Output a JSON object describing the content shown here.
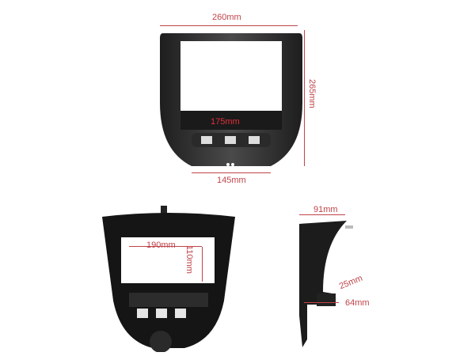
{
  "views": {
    "front": {
      "width_label": "260mm",
      "height_label": "265mm",
      "slot_label": "175mm",
      "bottom_label": "145mm"
    },
    "angled": {
      "screen_width_label": "190mm",
      "screen_height_label": "110mm"
    },
    "side": {
      "depth_label": "91mm",
      "offset_label": "25mm",
      "bottom_depth_label": "64mm"
    }
  },
  "colors": {
    "dimension": "#c0444a",
    "frame": "#2a2a2a",
    "background": "#ffffff"
  }
}
